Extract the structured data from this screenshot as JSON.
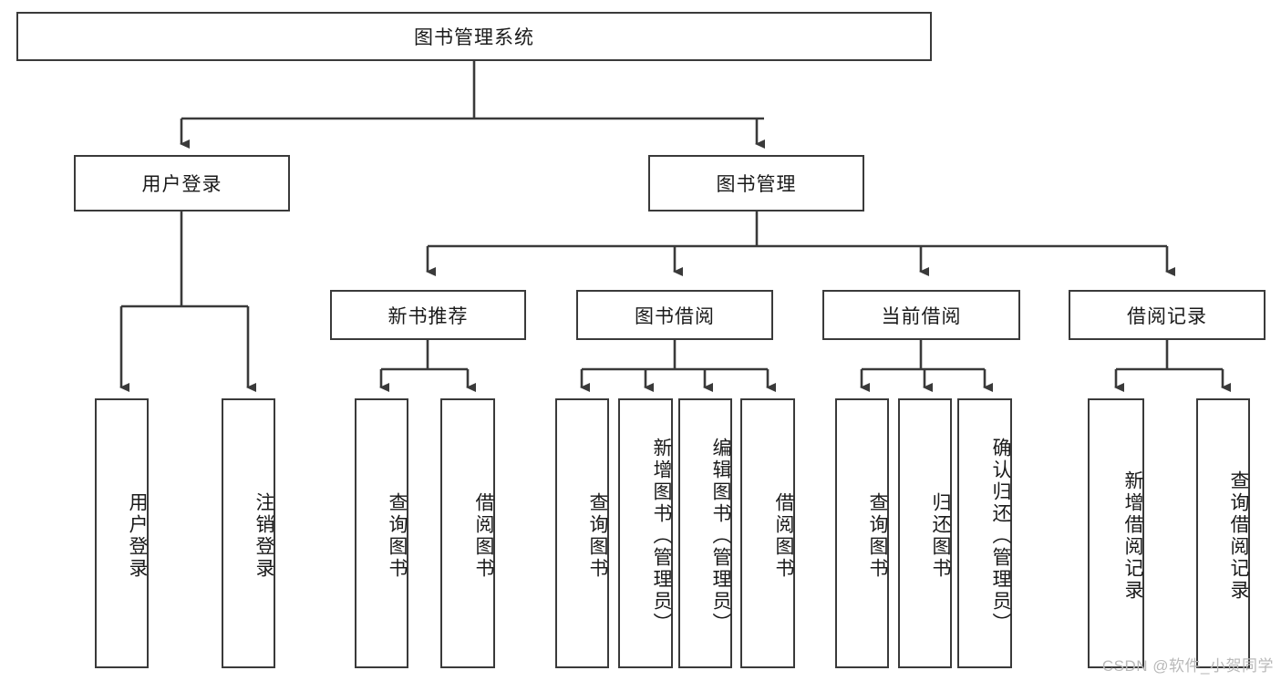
{
  "diagram": {
    "title": "图书管理系统",
    "type": "tree-hierarchy-diagram",
    "watermark": "CSDN @软件_小贺同学",
    "colors": {
      "stroke": "#3a3a3a",
      "fill": "#ffffff",
      "text": "#1a1a1a",
      "watermark": "#b9b9b9"
    },
    "root": {
      "label": "图书管理系统"
    },
    "level2": [
      {
        "label": "用户登录"
      },
      {
        "label": "图书管理"
      }
    ],
    "level3": [
      {
        "label": "新书推荐"
      },
      {
        "label": "图书借阅"
      },
      {
        "label": "当前借阅"
      },
      {
        "label": "借阅记录"
      }
    ],
    "leaves": {
      "user_login": [
        {
          "label": "用户登录"
        },
        {
          "label": "注销登录"
        }
      ],
      "new_book_recommend": [
        {
          "label": "查询图书"
        },
        {
          "label": "借阅图书"
        }
      ],
      "book_borrow": [
        {
          "label": "查询图书"
        },
        {
          "label": "新增图书（管理员）"
        },
        {
          "label": "编辑图书（管理员）"
        },
        {
          "label": "借阅图书"
        }
      ],
      "current_borrow": [
        {
          "label": "查询图书"
        },
        {
          "label": "归还图书"
        },
        {
          "label": "确认归还（管理员）"
        }
      ],
      "borrow_record": [
        {
          "label": "新增借阅记录"
        },
        {
          "label": "查询借阅记录"
        }
      ]
    }
  }
}
